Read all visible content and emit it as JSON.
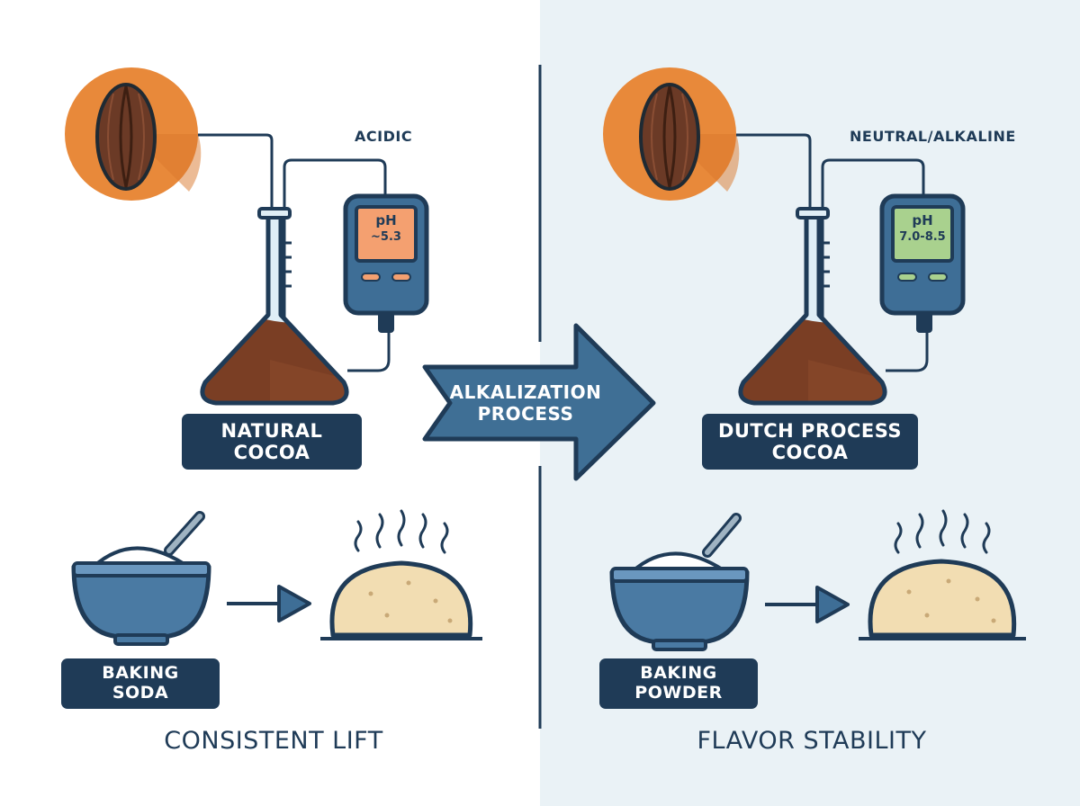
{
  "natural": {
    "ph_tag": "ACIDIC",
    "ph_label": "pH",
    "ph_value": "~5.3",
    "cocoa_label_line1": "NATURAL",
    "cocoa_label_line2": "COCOA",
    "leavener_line1": "BAKING",
    "leavener_line2": "SODA",
    "result_caption": "CONSISTENT LIFT"
  },
  "dutch": {
    "ph_tag": "NEUTRAL/ALKALINE",
    "ph_label": "pH",
    "ph_value": "7.0-8.5",
    "cocoa_label_line1": "DUTCH PROCESS",
    "cocoa_label_line2": "COCOA",
    "leavener_line1": "BAKING",
    "leavener_line2": "POWDER",
    "result_caption": "FLAVOR STABILITY"
  },
  "process": {
    "line1": "ALKALIZATION",
    "line2": "PROCESS"
  },
  "icons": [
    "cocoa-bean-icon",
    "flask-icon",
    "ph-meter-icon",
    "bowl-icon",
    "spoon-icon",
    "bread-icon",
    "steam-icon",
    "arrow-icon"
  ],
  "colors": {
    "navy": "#1f3b57",
    "right_panel_bg": "#eaf2f6",
    "bean_circle": "#e8893a",
    "bean": "#6b3a26",
    "cocoa_liquid": "#7a3e24",
    "meter_body": "#3e6e96",
    "screen_acidic": "#f4a070",
    "screen_neutral": "#a9d18e",
    "bread": "#f2ddb2",
    "bowl": "#4a7aa3",
    "process_arrow": "#3f6f95"
  }
}
